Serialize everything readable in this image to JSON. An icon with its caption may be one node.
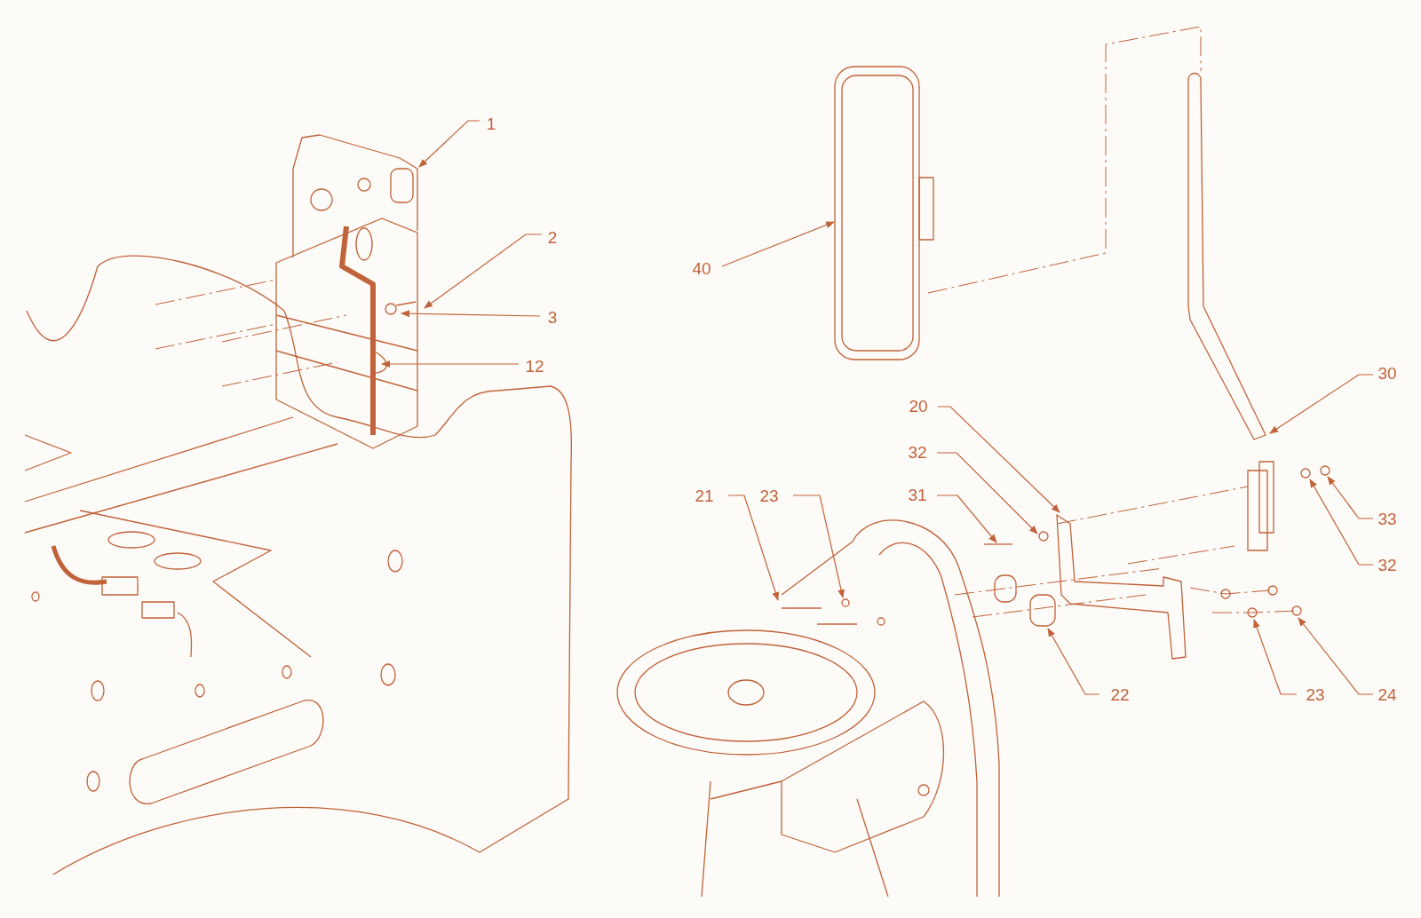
{
  "diagram": {
    "nodes": [
      {
        "text": [
          "1"
        ]
      },
      {
        "text": [
          "2"
        ]
      },
      {
        "text": [
          "40"
        ]
      },
      {
        "text": [
          "3"
        ]
      },
      {
        "text": [
          "12"
        ]
      },
      {
        "text": [
          "30"
        ]
      },
      {
        "text": [
          "20"
        ]
      },
      {
        "text": [
          "32"
        ]
      },
      {
        "text": [
          "31"
        ]
      },
      {
        "text": [
          "21"
        ]
      },
      {
        "text": [
          "23"
        ]
      },
      {
        "text": [
          "33"
        ]
      },
      {
        "text": [
          "32"
        ]
      },
      {
        "text": [
          "22"
        ]
      },
      {
        "text": [
          "23"
        ]
      },
      {
        "text": [
          "24"
        ]
      }
    ],
    "edges": [
      {
        "from": 0,
        "to": null,
        "arrow": "to"
      },
      {
        "from": 1,
        "to": null,
        "arrow": "to"
      },
      {
        "from": 2,
        "to": null,
        "arrow": "to"
      },
      {
        "from": 3,
        "to": null,
        "arrow": "to"
      },
      {
        "from": 4,
        "to": null,
        "arrow": "to"
      },
      {
        "from": 5,
        "to": null,
        "arrow": "to"
      },
      {
        "from": 6,
        "to": null,
        "arrow": "to"
      },
      {
        "from": 7,
        "to": null,
        "arrow": "to"
      },
      {
        "from": 8,
        "to": null,
        "arrow": "to"
      },
      {
        "from": 9,
        "to": null,
        "arrow": "to"
      },
      {
        "from": 10,
        "to": null,
        "arrow": "to"
      },
      {
        "from": 11,
        "to": null,
        "arrow": "to"
      },
      {
        "from": 12,
        "to": null,
        "arrow": "to"
      },
      {
        "from": 13,
        "to": null,
        "arrow": "to"
      },
      {
        "from": 14,
        "to": null,
        "arrow": "to"
      },
      {
        "from": 15,
        "to": null,
        "arrow": "to"
      }
    ]
  }
}
